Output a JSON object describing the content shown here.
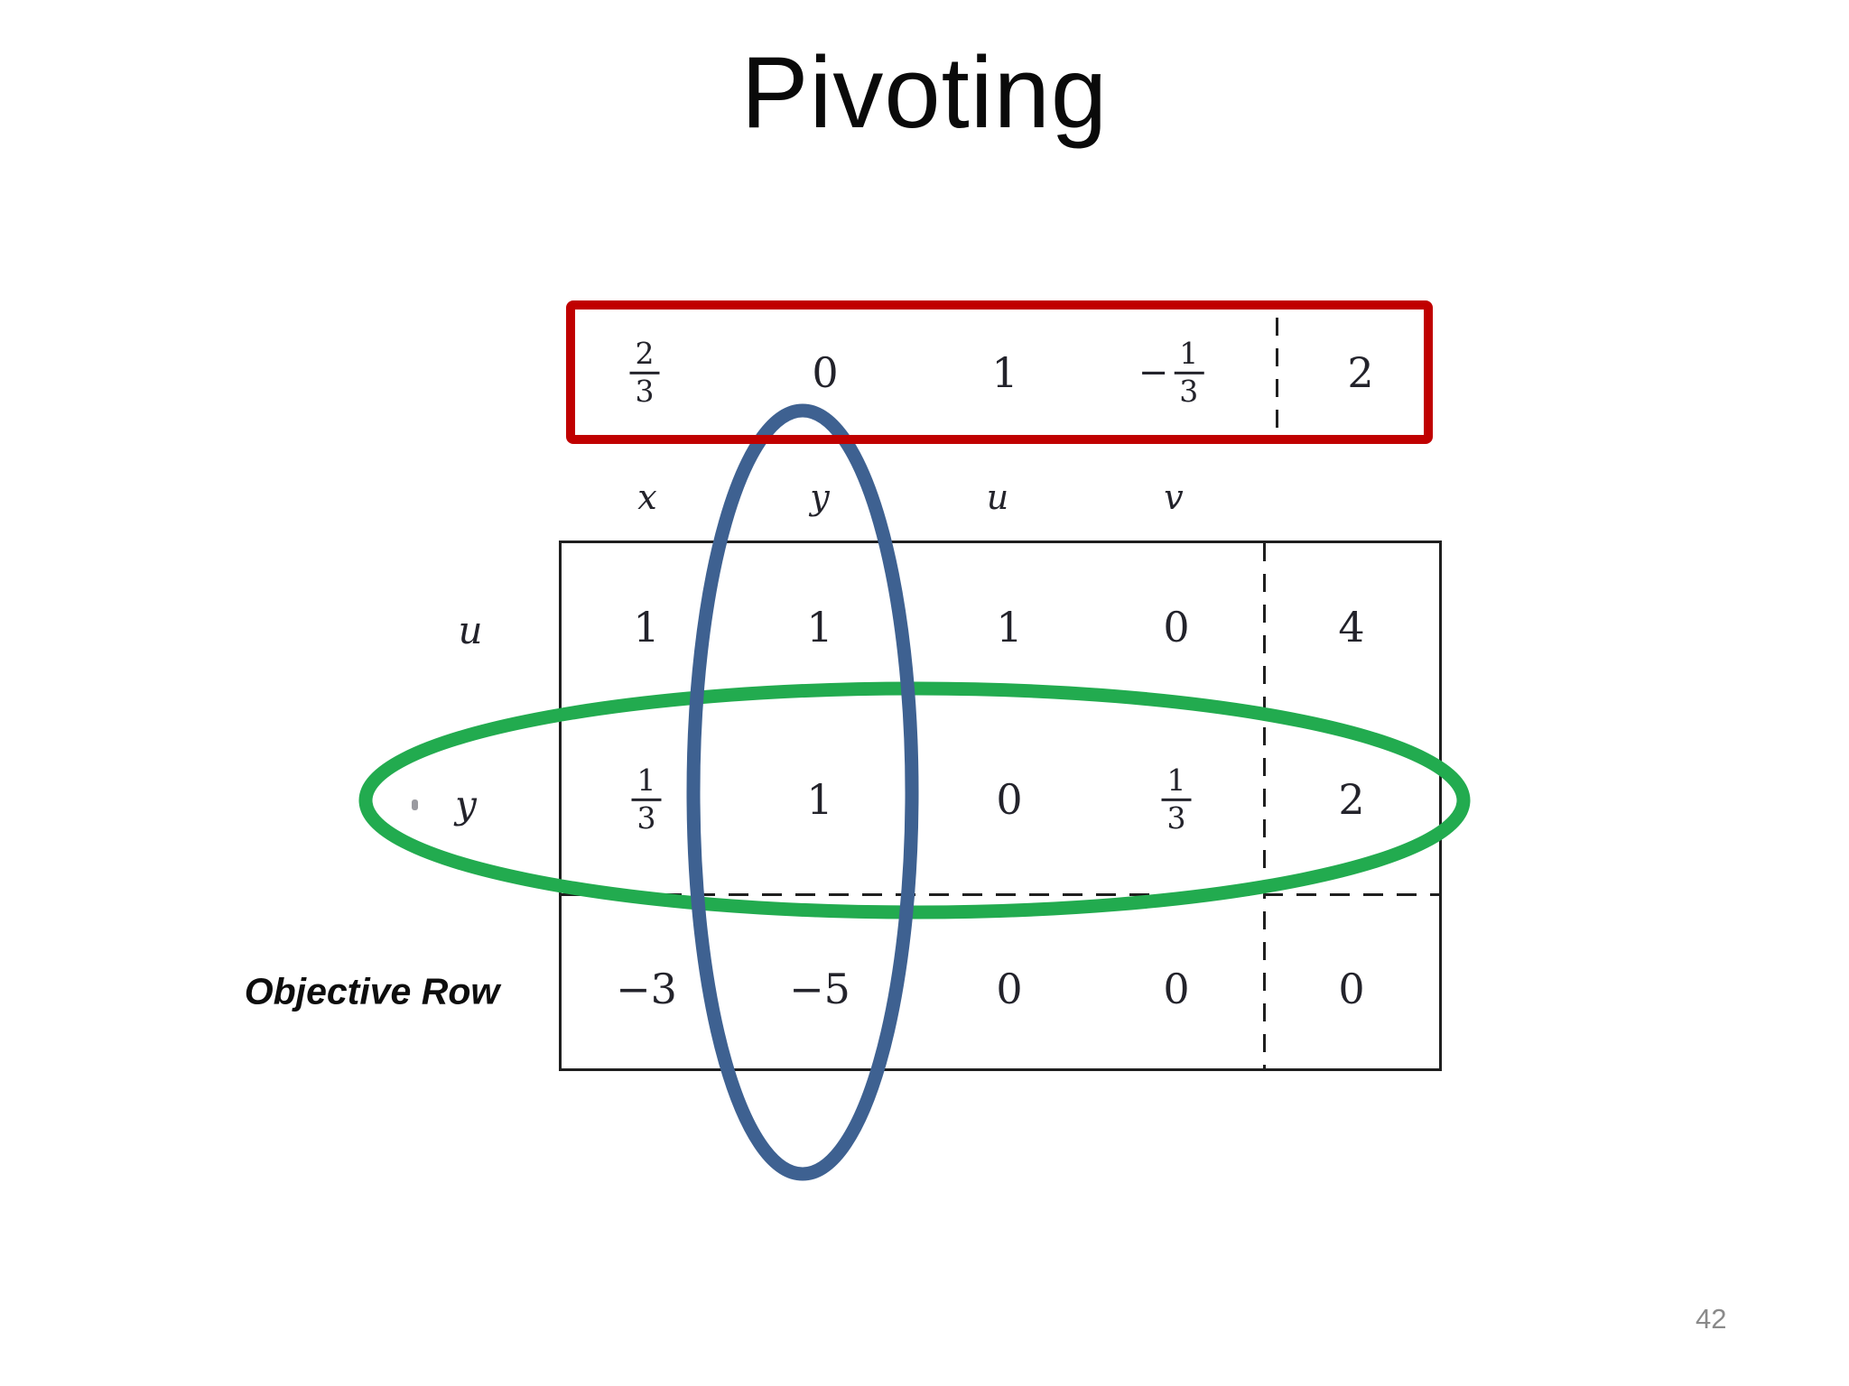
{
  "slide": {
    "title": "Pivoting",
    "page_number": "42"
  },
  "colors": {
    "red_box": "#c00000",
    "blue_ellipse": "#3e6191",
    "green_ellipse": "#22ab4f",
    "table_border": "#1f1f1f",
    "digits": "#23232b",
    "page_number": "#8a8a8a"
  },
  "pivot_result_row": {
    "cells": [
      "2/3",
      "0",
      "1",
      "−1/3",
      "2"
    ]
  },
  "column_headers": [
    "x",
    "y",
    "u",
    "v"
  ],
  "tableau_rows": [
    {
      "label": "u",
      "cells": [
        "1",
        "1",
        "1",
        "0",
        "4"
      ]
    },
    {
      "label": "y",
      "cells": [
        "1/3",
        "1",
        "0",
        "1/3",
        "2"
      ]
    },
    {
      "label": "Objective Row",
      "cells": [
        "−3",
        "−5",
        "0",
        "0",
        "0"
      ]
    }
  ],
  "annotations": {
    "pivot_column_marker": "blue-ellipse",
    "pivot_row_marker": "green-ellipse",
    "result_row_marker": "red-rectangle"
  }
}
